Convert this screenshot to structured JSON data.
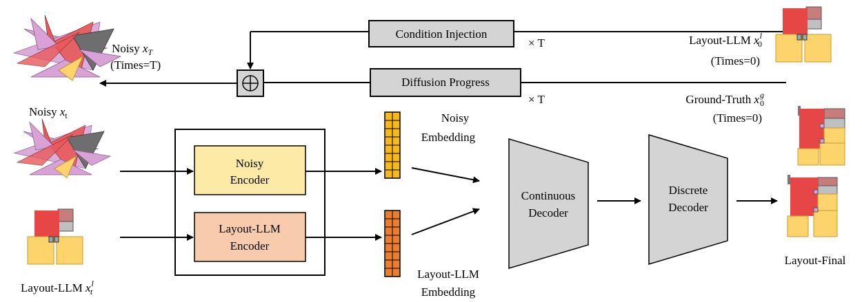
{
  "top": {
    "condition_injection": "Condition Injection",
    "diffusion_progress": "Diffusion Progress",
    "times_t_1": "× T",
    "times_t_2": "× T",
    "noisy_xT": {
      "prefix": "Noisy ",
      "var": "x",
      "sub": "T"
    },
    "times_T": "(Times=T)",
    "layout_llm_x0": {
      "prefix": "Layout-LLM ",
      "var": "x",
      "sub": "0",
      "sup": "l"
    },
    "times_0_a": "(Times=0)",
    "ground_truth_x0": {
      "prefix": "Ground-Truth ",
      "var": "x",
      "sub": "0",
      "sup": "g"
    },
    "times_0_b": "(Times=0)"
  },
  "left": {
    "noisy_xt": {
      "prefix": "Noisy ",
      "var": "x",
      "sub": "t"
    },
    "layout_llm_xt": {
      "prefix": "Layout-LLM ",
      "var": "x",
      "sub": "t",
      "sup": "l"
    }
  },
  "encoders": {
    "noisy_line1": "Noisy",
    "noisy_line2": "Encoder",
    "llm_line1": "Layout-LLM",
    "llm_line2": "Encoder"
  },
  "embeddings": {
    "noisy_line1": "Noisy",
    "noisy_line2": "Embedding",
    "llm_line1": "Layout-LLM",
    "llm_line2": "Embedding"
  },
  "decoders": {
    "continuous_line1": "Continuous",
    "continuous_line2": "Decoder",
    "discrete_line1": "Discrete",
    "discrete_line2": "Decoder"
  },
  "output": {
    "label": "Layout-Final"
  },
  "colors": {
    "gray_box": "#d4d4d4",
    "noisy_encoder": "#fdeaa6",
    "llm_encoder": "#f7cbac",
    "noisy_embed": "#f6b81c",
    "llm_embed": "#ea7d2e",
    "layout_red": "#e74646",
    "layout_yellow": "#fdd46c",
    "layout_rose": "#c87d7d",
    "layout_gray": "#c0c0c0",
    "noise_pink": "#d8a2d6",
    "noise_red": "#e85a5a",
    "noise_gray": "#6e6e6e"
  }
}
